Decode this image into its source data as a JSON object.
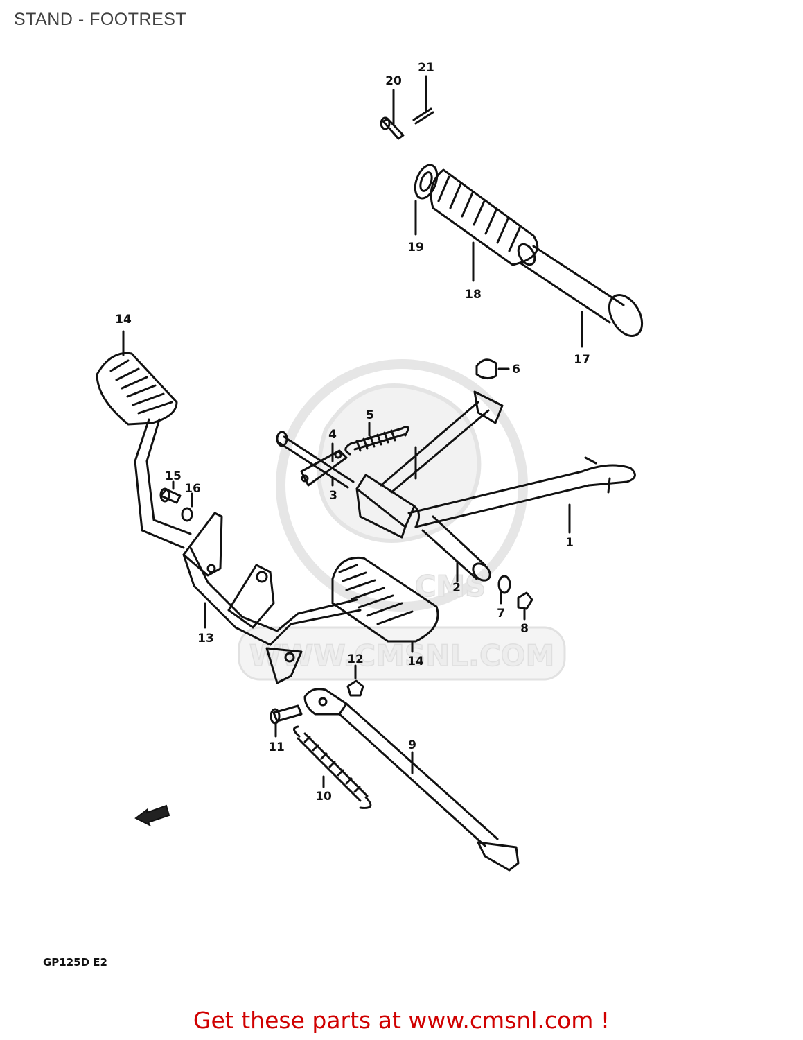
{
  "title": "STAND - FOOTREST",
  "watermark": {
    "text": "WWW.CMSNL.COM",
    "logo": "CMS"
  },
  "callouts": [
    "1",
    "2",
    "3",
    "4",
    "5",
    "6",
    "7",
    "8",
    "9",
    "10",
    "11",
    "12",
    "13",
    "14",
    "14",
    "15",
    "16",
    "17",
    "18",
    "19",
    "20",
    "21"
  ],
  "model_code": "GP125D E2",
  "footer": {
    "prefix": "Get these parts at ",
    "link_text": "www.cmsnl.com",
    "suffix": " !",
    "color": "#d00000"
  },
  "icons": {
    "front_arrow": "front-direction-arrow-icon"
  }
}
